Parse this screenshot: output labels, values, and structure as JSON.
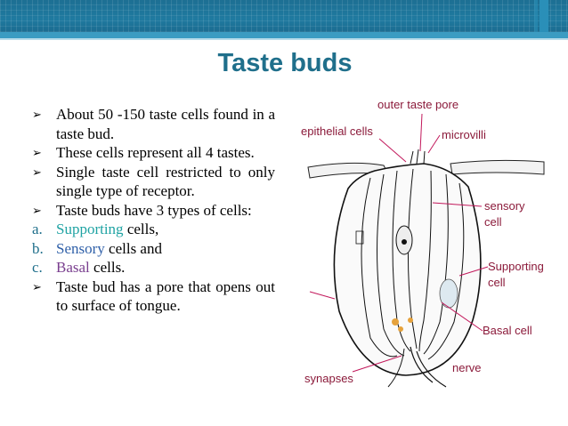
{
  "slide": {
    "title": "Taste buds",
    "bullets": [
      "About 50 -150 taste cells found in a taste bud.",
      "These cells represent all 4 tastes.",
      "Single taste cell restricted to only single type of receptor.",
      "Taste buds have 3 types of cells:"
    ],
    "types": [
      {
        "letter": "a.",
        "colored": "Supporting",
        "rest": " cells,"
      },
      {
        "letter": "b.",
        "colored": "Sensory",
        "rest": " cells and"
      },
      {
        "letter": "c.",
        "colored": "Basal",
        "rest": " cells."
      }
    ],
    "last_bullet": "Taste bud has a pore that opens out to surface of tongue.",
    "bullet_marker": "➢"
  },
  "diagram": {
    "labels": {
      "outer_pore": "outer taste pore",
      "epithelial": "epithelial cells",
      "microvilli": "microvilli",
      "sensory_1": "sensory",
      "sensory_2": "cell",
      "supporting_1": "Supporting",
      "supporting_2": "cell",
      "basal": "Basal cell",
      "nerve": "nerve",
      "synapses": "synapses"
    },
    "colors": {
      "label": "#8b1a3a",
      "pointer": "#c2185b"
    }
  }
}
